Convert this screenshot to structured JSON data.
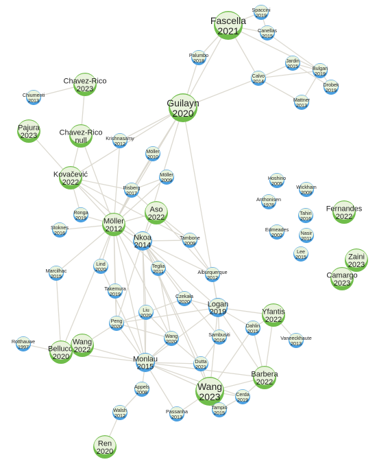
{
  "colors": {
    "blue_node": "#4a9fe0",
    "green_node": "#6fbd4a",
    "light_node": "#e9f3dc",
    "edge": "#dcd9d0"
  },
  "nodes": [
    {
      "id": "fascella",
      "author": "Fascella",
      "year": "2021",
      "size": "huge"
    },
    {
      "id": "spaccini",
      "author": "Spaccini",
      "year": "2019",
      "size": "small"
    },
    {
      "id": "canellas",
      "author": "Canellas",
      "year": "2015",
      "size": "small"
    },
    {
      "id": "palumbo",
      "author": "Palumbo",
      "year": "2018",
      "size": "small"
    },
    {
      "id": "calvo",
      "author": "Calvo",
      "year": "2014",
      "size": "small"
    },
    {
      "id": "jardin",
      "author": "Jardin",
      "year": "2015",
      "size": "small"
    },
    {
      "id": "bulgari",
      "author": "Bulgari",
      "year": "2019",
      "size": "small"
    },
    {
      "id": "drobek",
      "author": "Drobek",
      "year": "2019",
      "size": "small"
    },
    {
      "id": "mattner",
      "author": "Mattner",
      "year": "2013",
      "size": "small"
    },
    {
      "id": "chumenti",
      "author": "Chiumenti",
      "year": "2013",
      "size": "small"
    },
    {
      "id": "chavez2023",
      "author": "Chavez-Rico",
      "year": "2023",
      "size": "big"
    },
    {
      "id": "guilayn",
      "author": "Guilayn",
      "year": "2020",
      "size": "huge"
    },
    {
      "id": "pajura",
      "author": "Pajura",
      "year": "2023",
      "size": "big"
    },
    {
      "id": "chaveznull",
      "author": "Chavez-Rico",
      "year": "null",
      "size": "big"
    },
    {
      "id": "krishnasamy",
      "author": "Krishnasamy",
      "year": "2012",
      "size": "small"
    },
    {
      "id": "moller2010",
      "author": "Möller",
      "year": "2010",
      "size": "small"
    },
    {
      "id": "moller2009",
      "author": "Möller",
      "year": "2009",
      "size": "small"
    },
    {
      "id": "kovacevic",
      "author": "Kovačević",
      "year": "2022",
      "size": "big"
    },
    {
      "id": "risberg",
      "author": "Risberg",
      "year": "2017",
      "size": "small"
    },
    {
      "id": "hoshino",
      "author": "Hoshino",
      "year": "2005",
      "size": "small"
    },
    {
      "id": "wickham",
      "author": "Wickham",
      "year": "2009",
      "size": "small"
    },
    {
      "id": "anthonisen",
      "author": "Anthonisen",
      "year": "1976",
      "size": "small"
    },
    {
      "id": "aso",
      "author": "Aso",
      "year": "2022",
      "size": "big"
    },
    {
      "id": "tahiri",
      "author": "Tahiri",
      "year": "2016",
      "size": "small"
    },
    {
      "id": "fernandes",
      "author": "Fernandes",
      "year": "2022",
      "size": "big"
    },
    {
      "id": "ronga",
      "author": "Ronga",
      "year": "2019",
      "size": "small"
    },
    {
      "id": "moller2012",
      "author": "Möller",
      "year": "2012",
      "size": "big"
    },
    {
      "id": "stoknes",
      "author": "Stoknes",
      "year": "2016",
      "size": "small"
    },
    {
      "id": "nkoa",
      "author": "Nkoa",
      "year": "2014",
      "size": "medium"
    },
    {
      "id": "edmeades",
      "author": "Edmeades",
      "year": "2002",
      "size": "small"
    },
    {
      "id": "nasir",
      "author": "Nasir",
      "year": "2011",
      "size": "small"
    },
    {
      "id": "tambone",
      "author": "Tambone",
      "year": "2009",
      "size": "small"
    },
    {
      "id": "lee",
      "author": "Lee",
      "year": "2015",
      "size": "small"
    },
    {
      "id": "marcilhac",
      "author": "Marcilhac",
      "year": "2015",
      "size": "small"
    },
    {
      "id": "lind",
      "author": "Lind",
      "year": "2020",
      "size": "small"
    },
    {
      "id": "teglia",
      "author": "Teglia",
      "year": "2011",
      "size": "small"
    },
    {
      "id": "zaini",
      "author": "Zaini",
      "year": "2023",
      "size": "big"
    },
    {
      "id": "alburquerque",
      "author": "Alburquerque",
      "year": "2012",
      "size": "small"
    },
    {
      "id": "camargo",
      "author": "Camargo",
      "year": "2023",
      "size": "big"
    },
    {
      "id": "takemura",
      "author": "Takemura",
      "year": "2019",
      "size": "small"
    },
    {
      "id": "czekala",
      "author": "Czekała",
      "year": "2020",
      "size": "small"
    },
    {
      "id": "logan",
      "author": "Logan",
      "year": "2019",
      "size": "medium"
    },
    {
      "id": "yfantis",
      "author": "Yfantis",
      "year": "2022",
      "size": "big"
    },
    {
      "id": "liu",
      "author": "Liu",
      "year": "2020",
      "size": "small"
    },
    {
      "id": "peng",
      "author": "Peng",
      "year": "2020",
      "size": "small"
    },
    {
      "id": "dahlin",
      "author": "Dahlin",
      "year": "2015",
      "size": "small"
    },
    {
      "id": "sambusiti",
      "author": "Sambusiti",
      "year": "2016",
      "size": "small"
    },
    {
      "id": "wang2020",
      "author": "Wang",
      "year": "2020",
      "size": "small"
    },
    {
      "id": "vaneeckhaute",
      "author": "Vaneeckhaute",
      "year": "2013",
      "size": "small"
    },
    {
      "id": "rotthauwe",
      "author": "Rotthauwe",
      "year": "1997",
      "size": "small"
    },
    {
      "id": "bellucci",
      "author": "Bellucci",
      "year": "2020",
      "size": "big"
    },
    {
      "id": "wang2022",
      "author": "Wang",
      "year": "2022",
      "size": "big"
    },
    {
      "id": "monlau",
      "author": "Monlau",
      "year": "2015",
      "size": "medium"
    },
    {
      "id": "dutta",
      "author": "Dutta",
      "year": "2021",
      "size": "small"
    },
    {
      "id": "barbera",
      "author": "Barbera",
      "year": "2022",
      "size": "big"
    },
    {
      "id": "appels",
      "author": "Appels",
      "year": "2008",
      "size": "small"
    },
    {
      "id": "wang2023",
      "author": "Wang",
      "year": "2023",
      "size": "huge"
    },
    {
      "id": "cerda",
      "author": "Cerda",
      "year": "2019",
      "size": "small"
    },
    {
      "id": "tampio",
      "author": "Tampio",
      "year": "2015",
      "size": "small"
    },
    {
      "id": "walsh",
      "author": "Walsh",
      "year": "2012",
      "size": "small"
    },
    {
      "id": "passanha",
      "author": "Passanha",
      "year": "2013",
      "size": "small"
    },
    {
      "id": "ren",
      "author": "Ren",
      "year": "2020",
      "size": "big"
    }
  ],
  "edges": [
    [
      "fascella",
      "spaccini"
    ],
    [
      "fascella",
      "canellas"
    ],
    [
      "fascella",
      "palumbo"
    ],
    [
      "fascella",
      "calvo"
    ],
    [
      "fascella",
      "bulgari"
    ],
    [
      "fascella",
      "guilayn"
    ],
    [
      "spaccini",
      "canellas"
    ],
    [
      "canellas",
      "bulgari"
    ],
    [
      "calvo",
      "jardin"
    ],
    [
      "calvo",
      "mattner"
    ],
    [
      "calvo",
      "bulgari"
    ],
    [
      "calvo",
      "guilayn"
    ],
    [
      "jardin",
      "bulgari"
    ],
    [
      "jardin",
      "drobek"
    ],
    [
      "bulgari",
      "drobek"
    ],
    [
      "bulgari",
      "mattner"
    ],
    [
      "palumbo",
      "guilayn"
    ],
    [
      "guilayn",
      "krishnasamy"
    ],
    [
      "guilayn",
      "moller2012"
    ],
    [
      "guilayn",
      "nkoa"
    ],
    [
      "guilayn",
      "kovacevic"
    ],
    [
      "guilayn",
      "logan"
    ],
    [
      "guilayn",
      "risberg"
    ],
    [
      "chumenti",
      "chavez2023"
    ],
    [
      "chavez2023",
      "chaveznull"
    ],
    [
      "pajura",
      "kovacevic"
    ],
    [
      "chaveznull",
      "kovacevic"
    ],
    [
      "chaveznull",
      "moller2012"
    ],
    [
      "krishnasamy",
      "moller2012"
    ],
    [
      "moller2010",
      "moller2012"
    ],
    [
      "moller2010",
      "risberg"
    ],
    [
      "moller2009",
      "risberg"
    ],
    [
      "moller2009",
      "moller2012"
    ],
    [
      "kovacevic",
      "moller2012"
    ],
    [
      "kovacevic",
      "risberg"
    ],
    [
      "kovacevic",
      "nkoa"
    ],
    [
      "kovacevic",
      "ronga"
    ],
    [
      "kovacevic",
      "tambone"
    ],
    [
      "risberg",
      "moller2012"
    ],
    [
      "risberg",
      "aso"
    ],
    [
      "aso",
      "moller2012"
    ],
    [
      "aso",
      "nkoa"
    ],
    [
      "aso",
      "tambone"
    ],
    [
      "aso",
      "alburquerque"
    ],
    [
      "ronga",
      "moller2012"
    ],
    [
      "stoknes",
      "moller2012"
    ],
    [
      "moller2012",
      "nkoa"
    ],
    [
      "moller2012",
      "lind"
    ],
    [
      "moller2012",
      "marcilhac"
    ],
    [
      "moller2012",
      "takemura"
    ],
    [
      "moller2012",
      "monlau"
    ],
    [
      "moller2012",
      "peng"
    ],
    [
      "moller2012",
      "wang2020"
    ],
    [
      "moller2012",
      "bellucci"
    ],
    [
      "moller2012",
      "teglia"
    ],
    [
      "nkoa",
      "tambone"
    ],
    [
      "nkoa",
      "teglia"
    ],
    [
      "nkoa",
      "alburquerque"
    ],
    [
      "nkoa",
      "czekala"
    ],
    [
      "nkoa",
      "liu"
    ],
    [
      "nkoa",
      "monlau"
    ],
    [
      "nkoa",
      "peng"
    ],
    [
      "nkoa",
      "sambusiti"
    ],
    [
      "nkoa",
      "dutta"
    ],
    [
      "nkoa",
      "wang2023"
    ],
    [
      "nkoa",
      "logan"
    ],
    [
      "tambone",
      "alburquerque"
    ],
    [
      "lind",
      "monlau"
    ],
    [
      "marcilhac",
      "bellucci"
    ],
    [
      "teglia",
      "wang2020"
    ],
    [
      "alburquerque",
      "logan"
    ],
    [
      "takemura",
      "peng"
    ],
    [
      "czekala",
      "logan"
    ],
    [
      "czekala",
      "peng"
    ],
    [
      "logan",
      "yfantis"
    ],
    [
      "logan",
      "dahlin"
    ],
    [
      "logan",
      "sambusiti"
    ],
    [
      "logan",
      "wang2023"
    ],
    [
      "logan",
      "peng"
    ],
    [
      "logan",
      "barbera"
    ],
    [
      "logan",
      "monlau"
    ],
    [
      "yfantis",
      "vaneeckhaute"
    ],
    [
      "yfantis",
      "barbera"
    ],
    [
      "yfantis",
      "dahlin"
    ],
    [
      "liu",
      "monlau"
    ],
    [
      "liu",
      "wang2020"
    ],
    [
      "peng",
      "wang2022"
    ],
    [
      "peng",
      "monlau"
    ],
    [
      "peng",
      "wang2020"
    ],
    [
      "dahlin",
      "barbera"
    ],
    [
      "dahlin",
      "wang2023"
    ],
    [
      "sambusiti",
      "dutta"
    ],
    [
      "wang2020",
      "monlau"
    ],
    [
      "wang2020",
      "dutta"
    ],
    [
      "rotthauwe",
      "bellucci"
    ],
    [
      "bellucci",
      "monlau"
    ],
    [
      "bellucci",
      "wang2022"
    ],
    [
      "wang2022",
      "monlau"
    ],
    [
      "monlau",
      "dutta"
    ],
    [
      "monlau",
      "wang2023"
    ],
    [
      "monlau",
      "appels"
    ],
    [
      "monlau",
      "passanha"
    ],
    [
      "monlau",
      "cerda"
    ],
    [
      "monlau",
      "barbera"
    ],
    [
      "dutta",
      "wang2023"
    ],
    [
      "barbera",
      "wang2023"
    ],
    [
      "barbera",
      "cerda"
    ],
    [
      "appels",
      "walsh"
    ],
    [
      "walsh",
      "ren"
    ],
    [
      "wang2023",
      "cerda"
    ],
    [
      "wang2023",
      "tampio"
    ],
    [
      "wang2023",
      "passanha"
    ],
    [
      "cerda",
      "tampio"
    ]
  ]
}
